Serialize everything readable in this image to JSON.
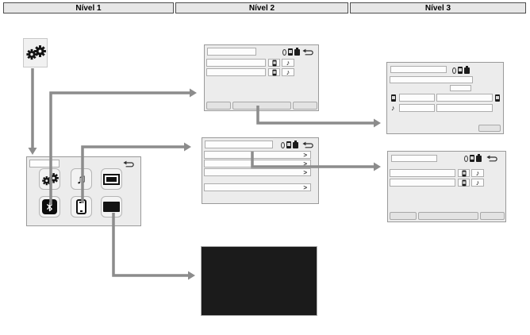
{
  "header": {
    "levels": [
      {
        "label": "Nível 1"
      },
      {
        "label": "Nível 2"
      },
      {
        "label": "Nível 3"
      }
    ]
  },
  "glyphs": {
    "music_notes": "♫",
    "music_note": "♪",
    "chevron": ">"
  },
  "palette": {
    "panel_bg": "#ececec",
    "panel_border": "#9a9a9a",
    "box_bg": "#fdfdfd",
    "box_border": "#adadad",
    "button_bg": "#e3e3e3",
    "header_bg": "#e7e7e7",
    "header_border": "#4d4d4d",
    "arrow": "#8c8c8c",
    "icon_dark": "#141414",
    "screen_off_bg": "#1b1b1b"
  },
  "diagram": {
    "entry_icon": "settings-gears",
    "main_menu_buttons": [
      "settings",
      "media",
      "display-on",
      "bluetooth",
      "phone",
      "display-off"
    ],
    "screens": [
      {
        "id": "main-menu-screen",
        "level": 1,
        "content": "6 icon buttons, title box, return arrow"
      },
      {
        "id": "bluetooth-devices-screen",
        "level": 2,
        "content": "2 device rows with phone and music icons, 3 bottom buttons, status icons, return arrow"
      },
      {
        "id": "phone-list-screen",
        "level": 2,
        "content": "4 list rows with chevrons, status icons, return arrow"
      },
      {
        "id": "device-details-screen",
        "level": 3,
        "content": "title bar, wide bar, small box, phone row, music row, bottom-right button, status icons"
      },
      {
        "id": "paired-devices-screen",
        "level": 3,
        "content": "2 device rows with phone and music icons, 3 bottom buttons, status icons, return arrow"
      },
      {
        "id": "screen-off",
        "level": 2,
        "content": "black display"
      }
    ],
    "connections": [
      {
        "from": "settings-entry-icon",
        "to": "main-menu-screen"
      },
      {
        "from": "main-menu-bluetooth-button",
        "to": "bluetooth-devices-screen"
      },
      {
        "from": "main-menu-phone-button",
        "to": "phone-list-screen"
      },
      {
        "from": "main-menu-display-off-button",
        "to": "screen-off"
      },
      {
        "from": "bluetooth-devices-screen",
        "to": "device-details-screen"
      },
      {
        "from": "phone-list-screen",
        "to": "paired-devices-screen"
      }
    ]
  }
}
